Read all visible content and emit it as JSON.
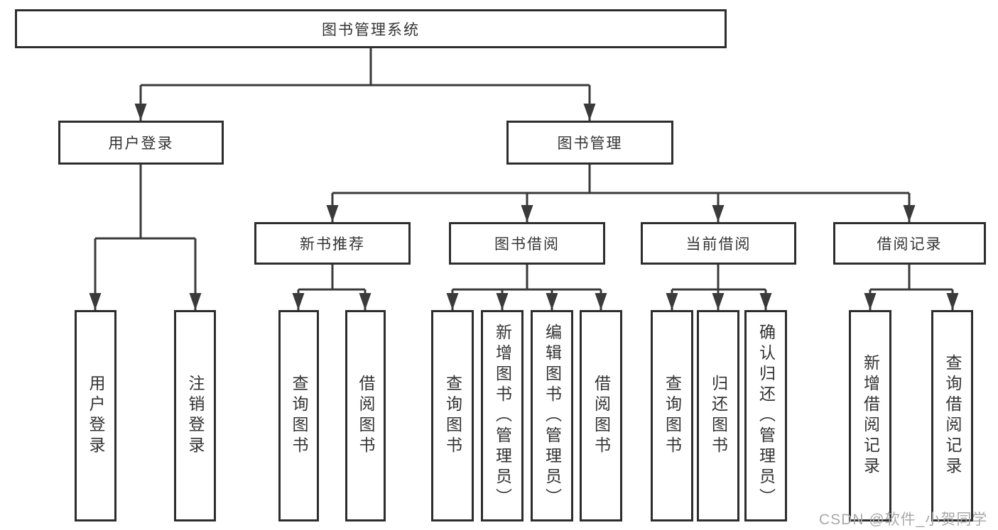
{
  "colors": {
    "line": "#3a3a3a",
    "border": "#2d2d2d",
    "text": "#333333",
    "watermark": "#a9a9a9",
    "background": "#ffffff"
  },
  "watermark": {
    "text": "CSDN @软件_小贺同学"
  },
  "tree": {
    "root_label": "图书管理系统",
    "user_login": {
      "label": "用户登录",
      "children": {
        "login": "用户登录",
        "logout": "注销登录"
      }
    },
    "book_management": {
      "label": "图书管理",
      "sections": {
        "new_book_recommend": {
          "label": "新书推荐",
          "children": {
            "query_books": "查询图书",
            "borrow_books": "借阅图书"
          }
        },
        "book_borrowing": {
          "label": "图书借阅",
          "children": {
            "query_books": "查询图书",
            "add_books_admin": "新增图书（管理员）",
            "edit_books_admin": "编辑图书（管理员）",
            "borrow_books": "借阅图书"
          }
        },
        "current_borrowing": {
          "label": "当前借阅",
          "children": {
            "query_books": "查询图书",
            "return_books": "归还图书",
            "confirm_return_admin": "确认归还（管理员）"
          }
        },
        "borrowing_records": {
          "label": "借阅记录",
          "children": {
            "add_record": "新增借阅记录",
            "query_record": "查询借阅记录"
          }
        }
      }
    }
  }
}
